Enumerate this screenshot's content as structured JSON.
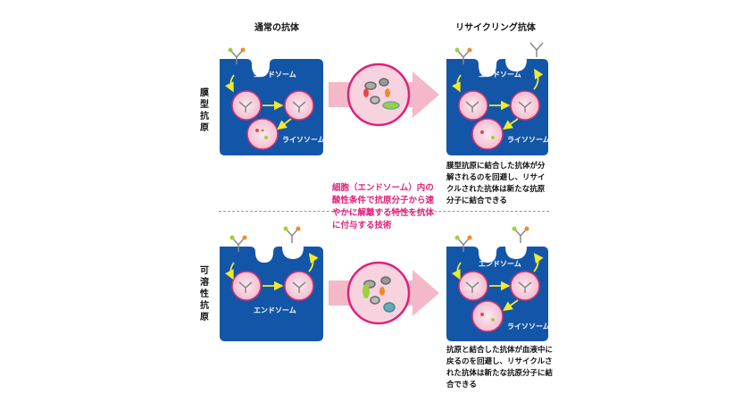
{
  "columns": {
    "normal": "通常の抗体",
    "recycling": "リサイクリング抗体"
  },
  "rows": {
    "membrane": "膜型抗原",
    "soluble": "可溶性抗原"
  },
  "labels": {
    "endosome": "エンドソーム",
    "lysosome": "ライソソーム"
  },
  "middle_text": "細胞（エンドソーム）内の酸性条件で抗原分子から速やかに解離する特性を抗体に付与する技術",
  "descriptions": {
    "membrane": "膜型抗原に結合した抗体が分解されるのを回避し、リサイクルされた抗体は新たな抗原分子に結合できる",
    "soluble": "抗原と結合した抗体が血液中に戻るのを回避し、リサイクルされた抗体は新たな抗原分子に結合できる"
  },
  "colors": {
    "cell_blue": "#1356a8",
    "arrow_pink": "#f4b8c8",
    "vesicle_pink": "#f7d3e0",
    "vesicle_ring": "#d9306f",
    "yellow_arrow": "#f2ea2a",
    "middle_text": "#e0217a"
  }
}
